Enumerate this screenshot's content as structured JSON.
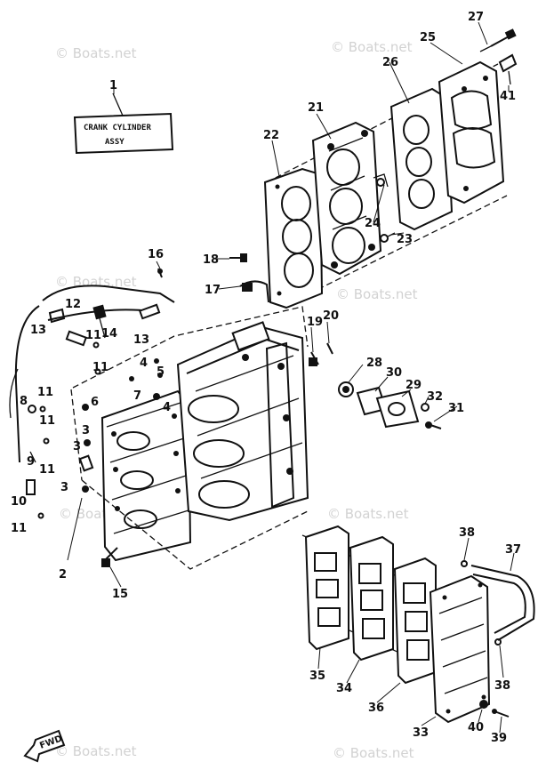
{
  "watermark": "© Boats.net",
  "callout_box": {
    "part_number": "1",
    "line1": "CRANK CYLINDER",
    "line2": "ASSY"
  },
  "direction_arrow": {
    "label": "FWD"
  },
  "part_labels": [
    "1",
    "2",
    "3",
    "3",
    "3",
    "4",
    "4",
    "5",
    "6",
    "7",
    "8",
    "9",
    "10",
    "11",
    "11",
    "11",
    "11",
    "11",
    "11",
    "12",
    "13",
    "13",
    "14",
    "15",
    "16",
    "17",
    "18",
    "19",
    "20",
    "21",
    "22",
    "23",
    "24",
    "25",
    "26",
    "27",
    "28",
    "29",
    "30",
    "31",
    "32",
    "33",
    "34",
    "35",
    "36",
    "37",
    "38",
    "38",
    "39",
    "40",
    "41"
  ]
}
